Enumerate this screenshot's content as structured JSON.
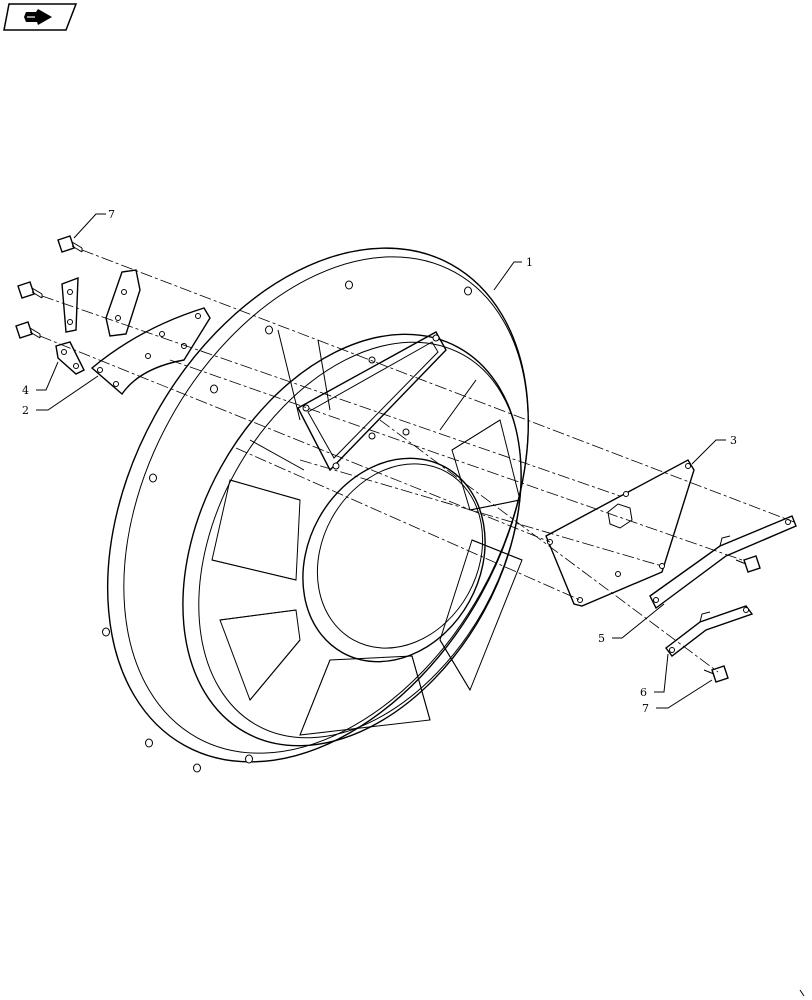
{
  "nav": {
    "icon": "forward-arrow-icon"
  },
  "callouts": [
    {
      "id": "c1",
      "label": "1"
    },
    {
      "id": "c2",
      "label": "2"
    },
    {
      "id": "c3",
      "label": "3"
    },
    {
      "id": "c4",
      "label": "4"
    },
    {
      "id": "c5",
      "label": "5"
    },
    {
      "id": "c6",
      "label": "6"
    },
    {
      "id": "c7a",
      "label": "7"
    },
    {
      "id": "c7b",
      "label": "7"
    }
  ]
}
